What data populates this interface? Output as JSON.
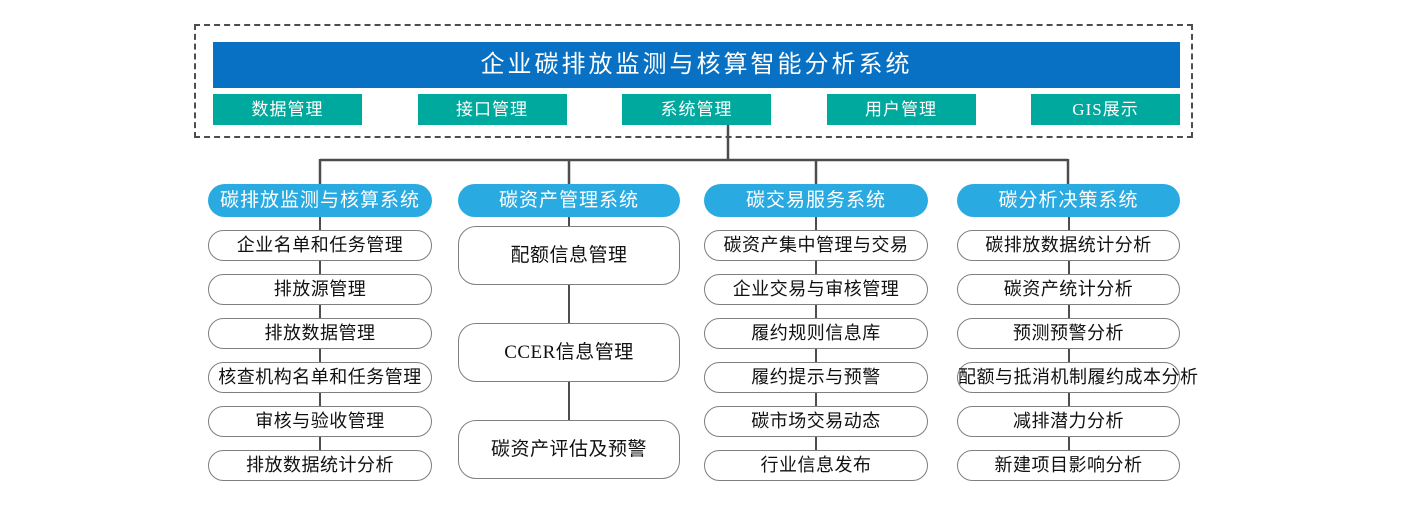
{
  "banner": {
    "title": "企业碳排放监测与核算智能分析系统"
  },
  "nav_buttons": [
    {
      "label": "数据管理"
    },
    {
      "label": "接口管理"
    },
    {
      "label": "系统管理"
    },
    {
      "label": "用户管理"
    },
    {
      "label": "GIS展示"
    }
  ],
  "columns": [
    {
      "header": "碳排放监测与核算系统",
      "items": [
        "企业名单和任务管理",
        "排放源管理",
        "排放数据管理",
        "核查机构名单和任务管理",
        "审核与验收管理",
        "排放数据统计分析"
      ]
    },
    {
      "header": "碳资产管理系统",
      "items": [
        "配额信息管理",
        "CCER信息管理",
        "碳资产评估及预警"
      ]
    },
    {
      "header": "碳交易服务系统",
      "items": [
        "碳资产集中管理与交易",
        "企业交易与审核管理",
        "履约规则信息库",
        "履约提示与预警",
        "碳市场交易动态",
        "行业信息发布"
      ]
    },
    {
      "header": "碳分析决策系统",
      "items": [
        "碳排放数据统计分析",
        "碳资产统计分析",
        "预测预警分析",
        "配额与抵消机制履约成本分析",
        "减排潜力分析",
        "新建项目影响分析"
      ]
    }
  ],
  "colors": {
    "banner_blue": "#0971c3",
    "nav_teal": "#00a99d",
    "header_light_blue": "#29abe2",
    "connector_gray": "#4d4d4d",
    "item_border_gray": "#7f7f7f"
  }
}
